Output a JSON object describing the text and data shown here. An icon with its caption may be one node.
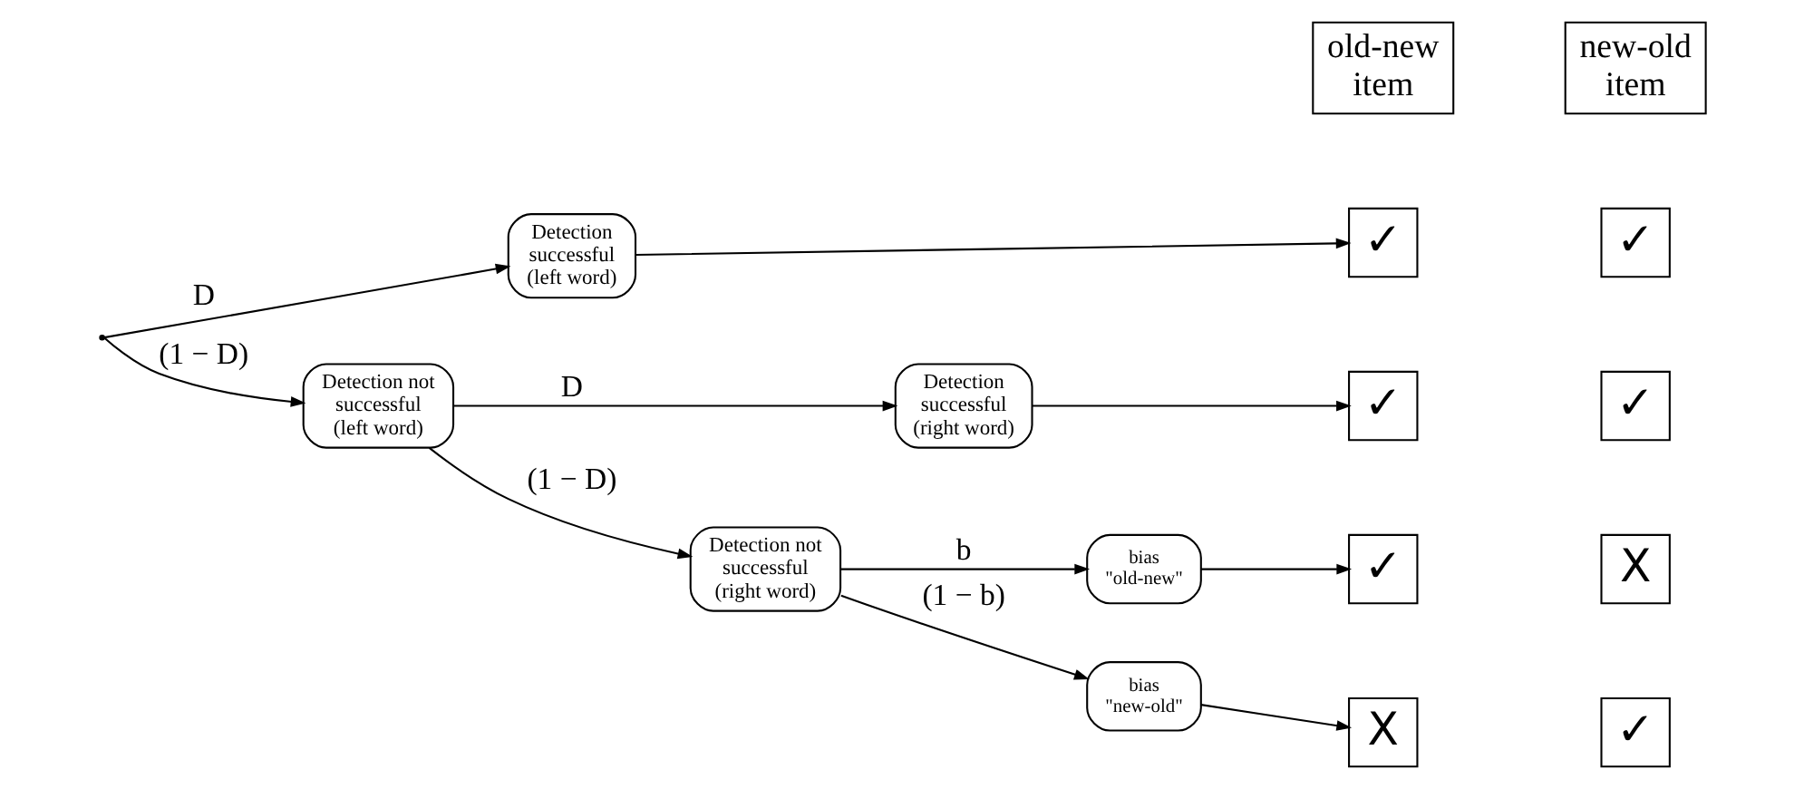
{
  "diagram": {
    "nodes": [
      {
        "text": [
          "old-new item"
        ]
      },
      {
        "text": [
          "new-old item"
        ]
      },
      {
        "text": [],
        "shape": "point"
      },
      {
        "text": [
          "Detection successful (left word)"
        ]
      },
      {
        "text": [
          "Detection not successful (left word)"
        ]
      },
      {
        "text": [
          "Detection successful (right word)"
        ]
      },
      {
        "text": [
          "Detection not successful (right word)"
        ]
      },
      {
        "text": [
          "bias \"old-new\""
        ]
      },
      {
        "text": [
          "bias \"new-old\""
        ]
      },
      {
        "text": [
          "✓"
        ]
      },
      {
        "text": [
          "✓"
        ]
      },
      {
        "text": [
          "✓"
        ]
      },
      {
        "text": [
          "✓"
        ]
      },
      {
        "text": [
          "✓"
        ]
      },
      {
        "text": [
          "X"
        ]
      },
      {
        "text": [
          "X"
        ]
      },
      {
        "text": [
          "✓"
        ]
      }
    ],
    "edges": [
      {
        "from": 2,
        "to": 3,
        "arrow": "to",
        "label": "D"
      },
      {
        "from": 2,
        "to": 4,
        "arrow": "to",
        "label": "(1 − D)"
      },
      {
        "from": 4,
        "to": 5,
        "arrow": "to",
        "label": "D"
      },
      {
        "from": 4,
        "to": 6,
        "arrow": "to",
        "label": "(1 − D)"
      },
      {
        "from": 6,
        "to": 7,
        "arrow": "to",
        "label": "b"
      },
      {
        "from": 6,
        "to": 8,
        "arrow": "to",
        "label": "(1 − b)"
      },
      {
        "from": 3,
        "to": 9,
        "arrow": "to"
      },
      {
        "from": 5,
        "to": 11,
        "arrow": "to"
      },
      {
        "from": 7,
        "to": 13,
        "arrow": "to"
      },
      {
        "from": 8,
        "to": 15,
        "arrow": "to"
      }
    ]
  }
}
